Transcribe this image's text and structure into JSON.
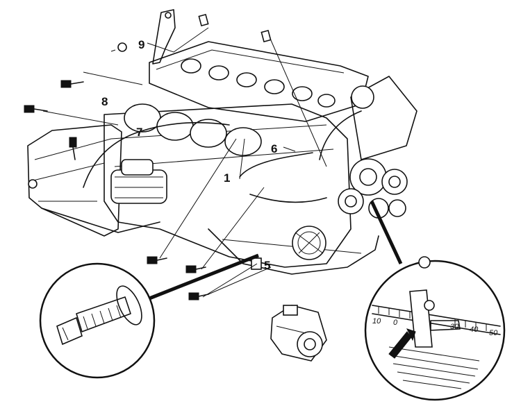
{
  "callouts": [
    {
      "id": "1",
      "text": "1"
    },
    {
      "id": "5",
      "text": "5"
    },
    {
      "id": "6",
      "text": "6"
    },
    {
      "id": "7",
      "text": "7"
    },
    {
      "id": "8",
      "text": "8"
    },
    {
      "id": "9",
      "text": "9"
    }
  ],
  "timing_scale": {
    "ticks": [
      "10",
      "0",
      "30",
      "40",
      "50"
    ]
  }
}
